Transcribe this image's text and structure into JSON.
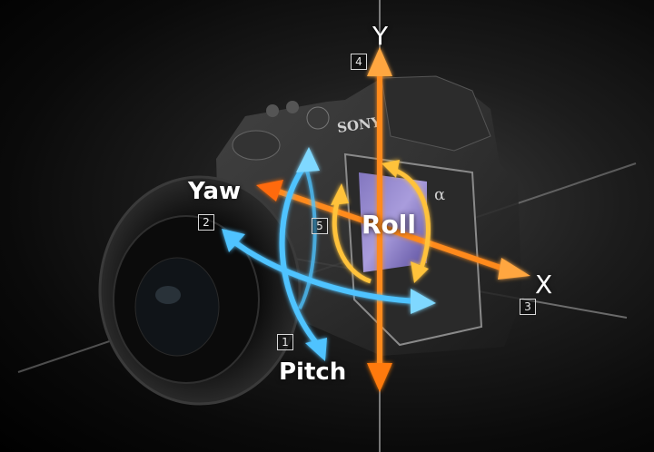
{
  "axes": {
    "y_label": "Y",
    "x_label": "X"
  },
  "rotations": {
    "yaw": "Yaw",
    "roll": "Roll",
    "pitch": "Pitch"
  },
  "markers": {
    "m1": "1",
    "m2": "2",
    "m3": "3",
    "m4": "4",
    "m5": "5"
  },
  "brand": {
    "logo_text": "SONY",
    "alpha_mark": "α"
  },
  "colors": {
    "orange_axis": "#ff8a1e",
    "blue_axis": "#4fc3ff",
    "yellow_roll": "#ffc23a",
    "background": "#111111"
  }
}
